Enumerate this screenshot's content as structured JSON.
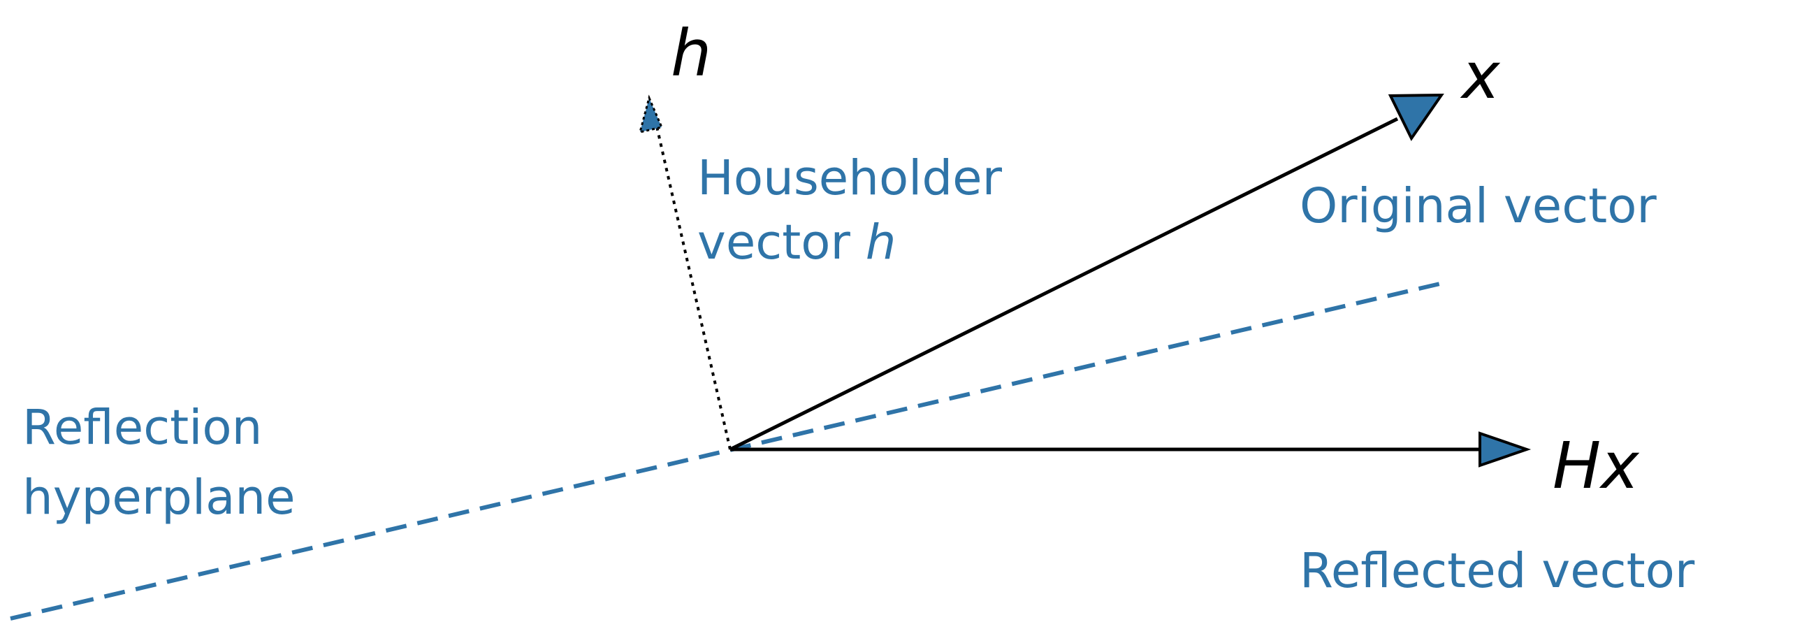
{
  "labels": {
    "h_symbol": "h",
    "x_symbol": "x",
    "hx_symbol": "Hx",
    "householder_line1": "Householder",
    "householder_line2_text": "vector ",
    "householder_line2_math": "h",
    "original_vector": "Original vector",
    "reflected_vector": "Reflected vector",
    "reflection_line1": "Reflection",
    "reflection_line2": "hyperplane"
  },
  "colors": {
    "accent_blue": "#2f74a8",
    "vector_black": "#000000"
  }
}
